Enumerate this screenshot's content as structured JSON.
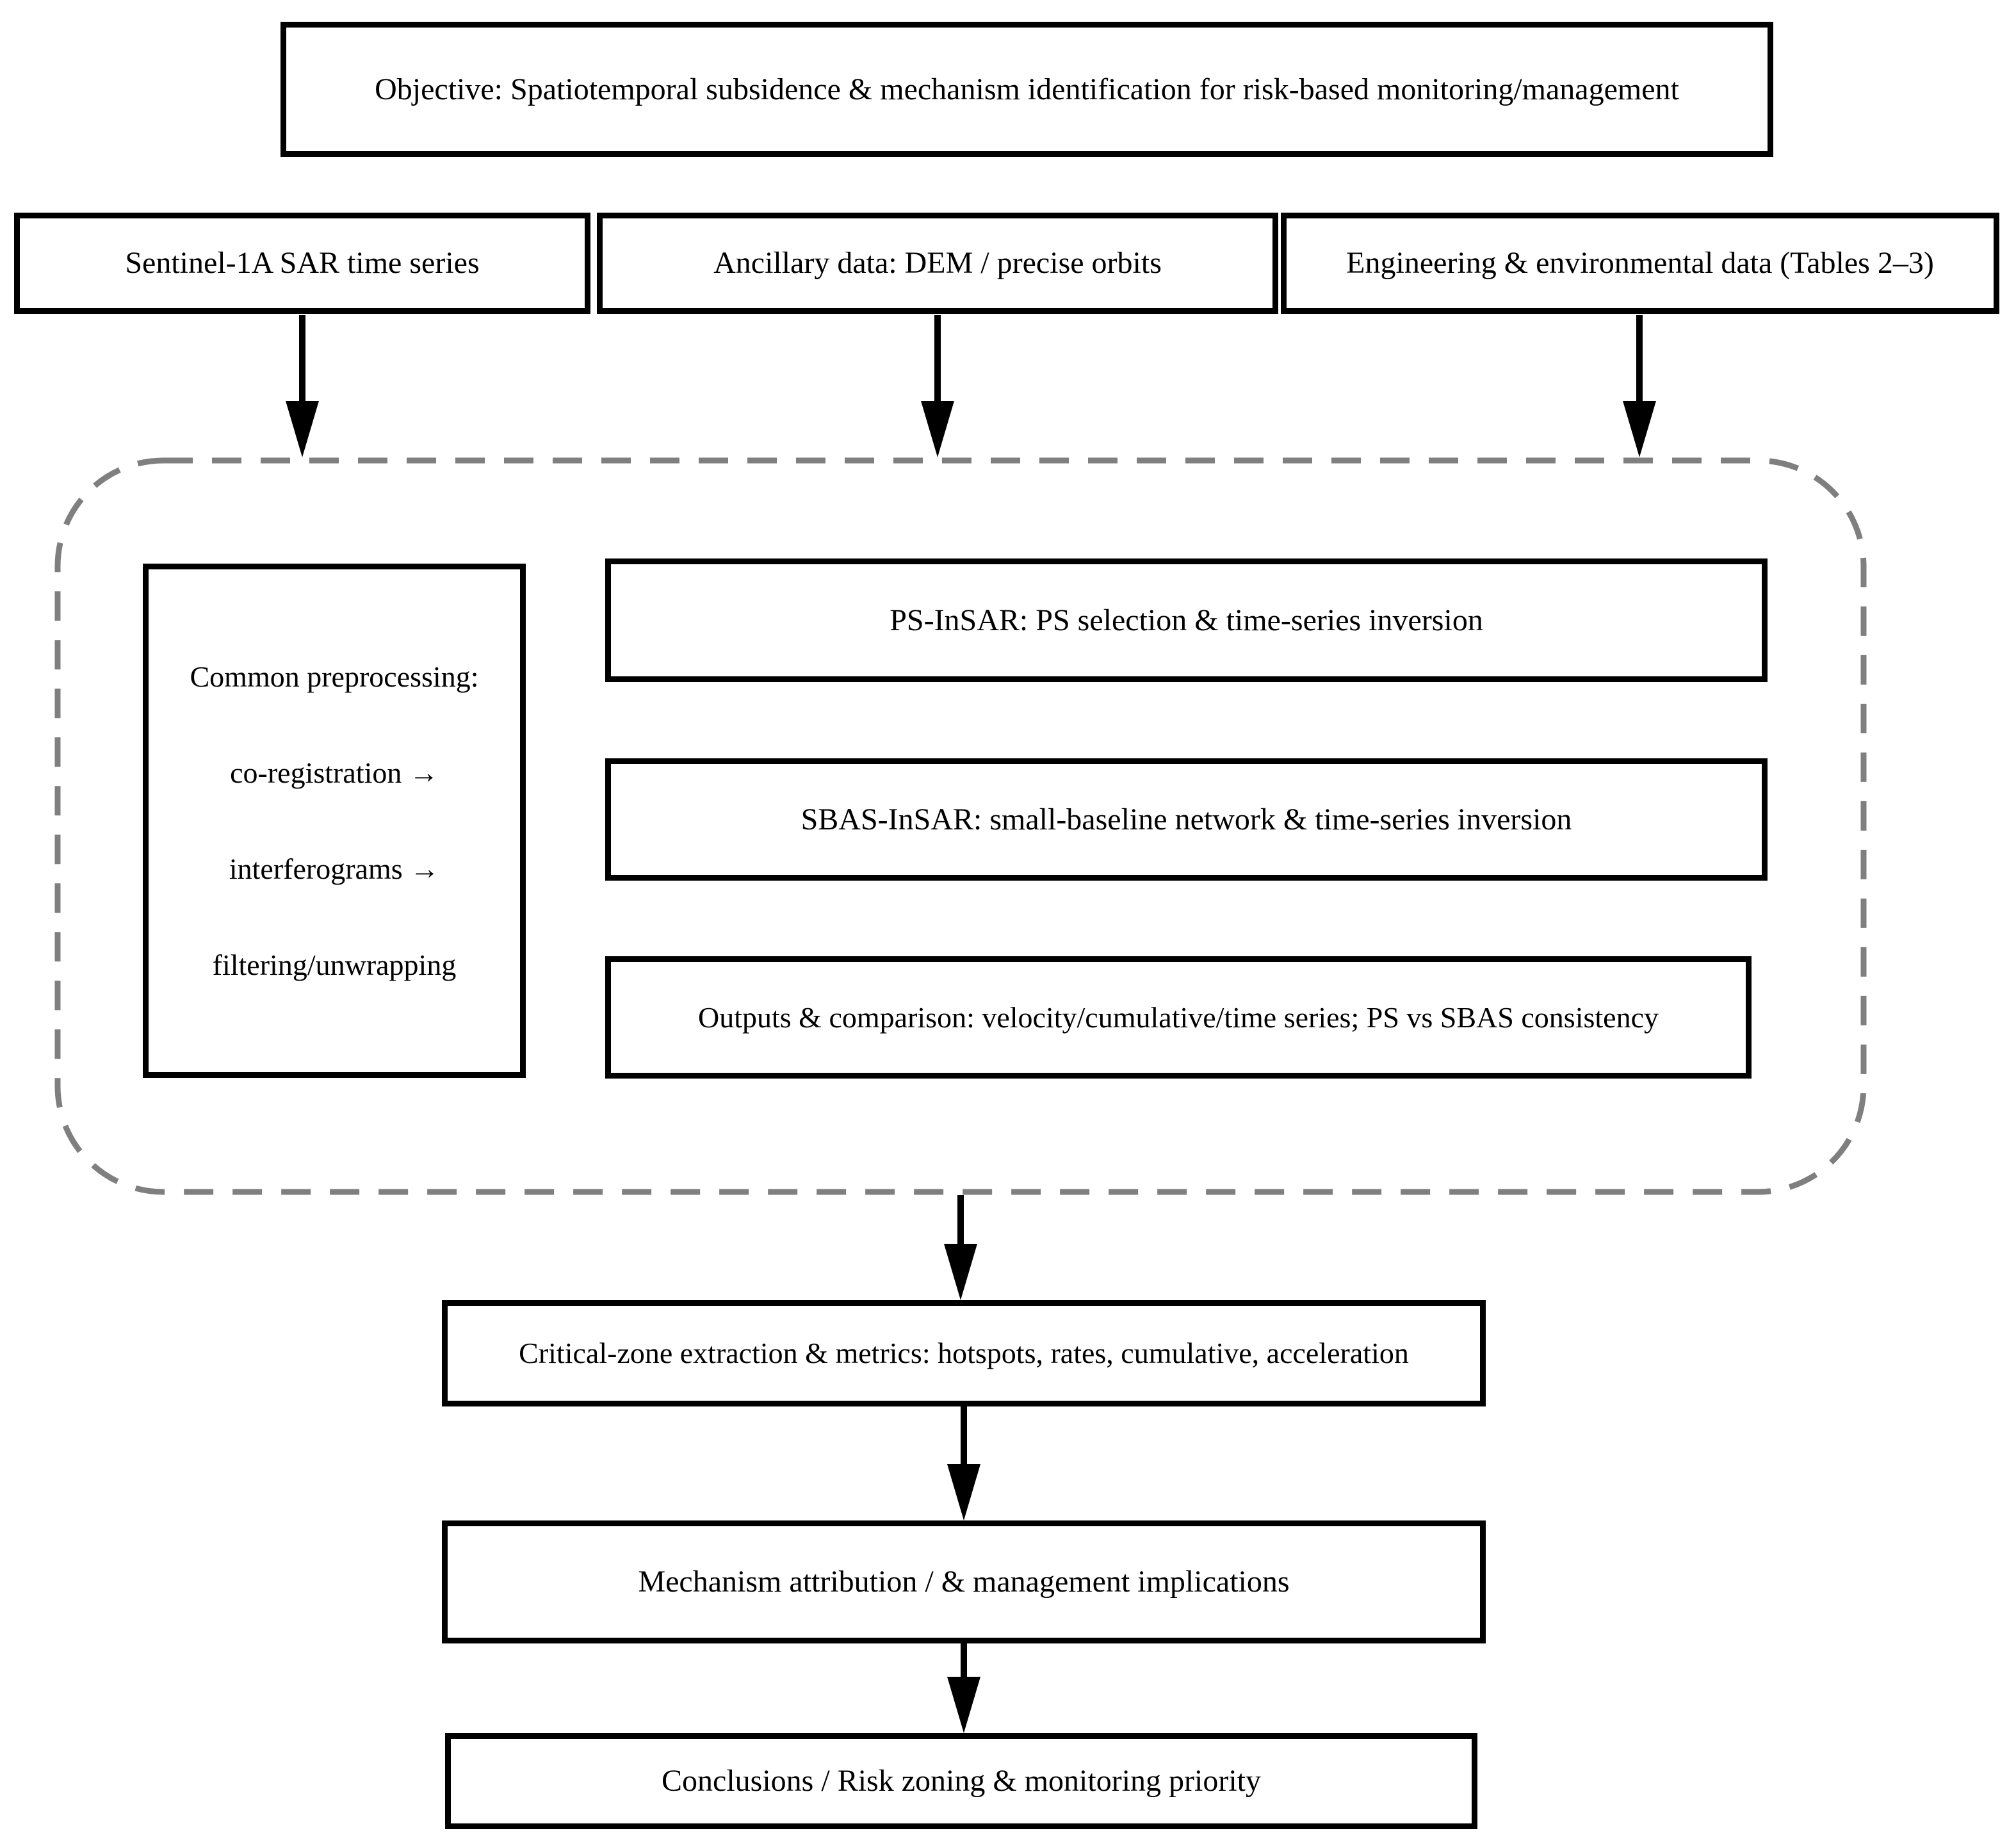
{
  "colors": {
    "box_border": "#000000",
    "dashed_border": "#7f7f7f",
    "text": "#000000",
    "background": "#ffffff"
  },
  "objective": {
    "label": "Objective: Spatiotemporal subsidence & mechanism identification for risk-based monitoring/management"
  },
  "inputs": [
    {
      "label": "Sentinel-1A SAR time series"
    },
    {
      "label": "Ancillary data: DEM / precise orbits"
    },
    {
      "label": "Engineering & environmental data (Tables 2–3)"
    }
  ],
  "processing_group": {
    "preprocessing": {
      "lines": [
        "Common preprocessing:",
        "co-registration →",
        "interferograms →",
        "filtering/unwrapping"
      ]
    },
    "methods": [
      {
        "label": "PS-InSAR: PS selection & time-series inversion"
      },
      {
        "label": "SBAS-InSAR: small-baseline network & time-series inversion"
      },
      {
        "label": "Outputs & comparison: velocity/cumulative/time series; PS vs SBAS consistency"
      }
    ]
  },
  "downstream": [
    {
      "label": "Critical-zone extraction & metrics: hotspots, rates, cumulative, acceleration"
    },
    {
      "label": "Mechanism attribution / & management implications"
    },
    {
      "label": "Conclusions / Risk zoning & monitoring priority"
    }
  ]
}
